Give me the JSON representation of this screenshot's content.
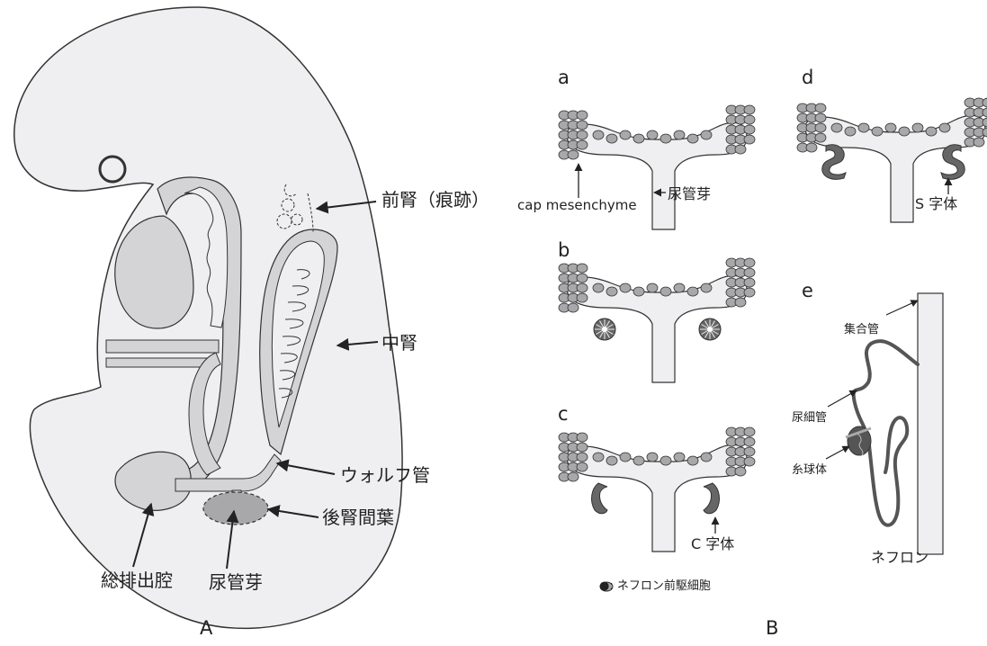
{
  "figureA": {
    "panel_label": "A",
    "labels": {
      "pronephros": "前腎（痕跡）",
      "mesonephros": "中腎",
      "wolffian_duct": "ウォルフ管",
      "metanephric_mesenchyme": "後腎間葉",
      "cloaca": "総排出腔",
      "ureteric_bud": "尿管芽"
    }
  },
  "figureB": {
    "panel_label": "B",
    "subpanels": {
      "a": {
        "label": "a",
        "cap": "cap mesenchyme",
        "bud": "尿管芽"
      },
      "b": {
        "label": "b"
      },
      "c": {
        "label": "c",
        "body": "C 字体"
      },
      "d": {
        "label": "d",
        "body": "S 字体"
      },
      "e": {
        "label": "e",
        "collecting_duct": "集合管",
        "tubule": "尿細管",
        "glomerulus": "糸球体",
        "nephron": "ネフロン"
      }
    },
    "legend": "●: ネフロン前駆細胞"
  },
  "colors": {
    "body_fill": "#efeff1",
    "organ_fill": "#d4d4d6",
    "cell_fill": "#a8a8aa",
    "dark": "#555555",
    "stroke": "#333333"
  }
}
